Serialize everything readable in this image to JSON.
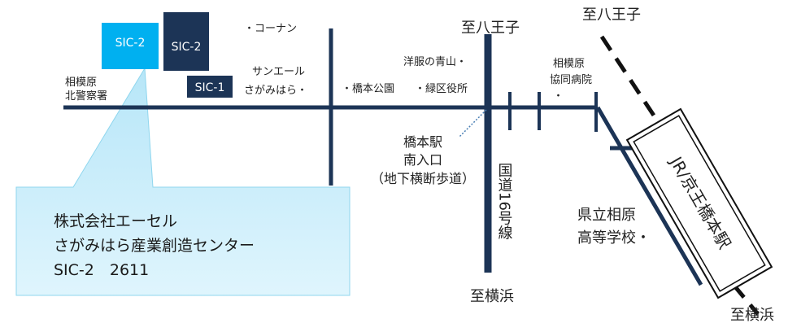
{
  "badges": {
    "sic2_highlight": "SIC-2",
    "sic2_dark": "SIC-2",
    "sic1": "SIC-1"
  },
  "places": {
    "konan": "・コーナン",
    "sagamihara_police": [
      "相模原",
      "北警察署"
    ],
    "sunaile": [
      "サンエール",
      "さがみはら・"
    ],
    "aoyama": "洋服の青山・",
    "hashimoto_park": "・橋本公園",
    "midori_office": "・緑区役所",
    "kyodo_hospital": [
      "相模原",
      "協同病院",
      "・"
    ],
    "hashimoto_south": [
      "橋本駅",
      "南入口",
      "（地下横断歩道）"
    ],
    "highschool": [
      "県立相原",
      "高等学校・"
    ]
  },
  "directions": {
    "hachioji_1": "至八王子",
    "hachioji_2": "至八王子",
    "yokohama_1": "至横浜",
    "yokohama_2": "至横浜"
  },
  "roads": {
    "route16": "国道16号線",
    "station": "JR/京王橋本駅"
  },
  "callout": {
    "line1": "株式会社エーセル",
    "line2": "さがみはら産業創造センター",
    "line3": "SIC-2　2611"
  },
  "colors": {
    "road": "#1c3456",
    "sic_highlight": "#00b0f0",
    "callout_fill": "#c7ecf9",
    "callout_stroke": "#7fd3f0"
  }
}
